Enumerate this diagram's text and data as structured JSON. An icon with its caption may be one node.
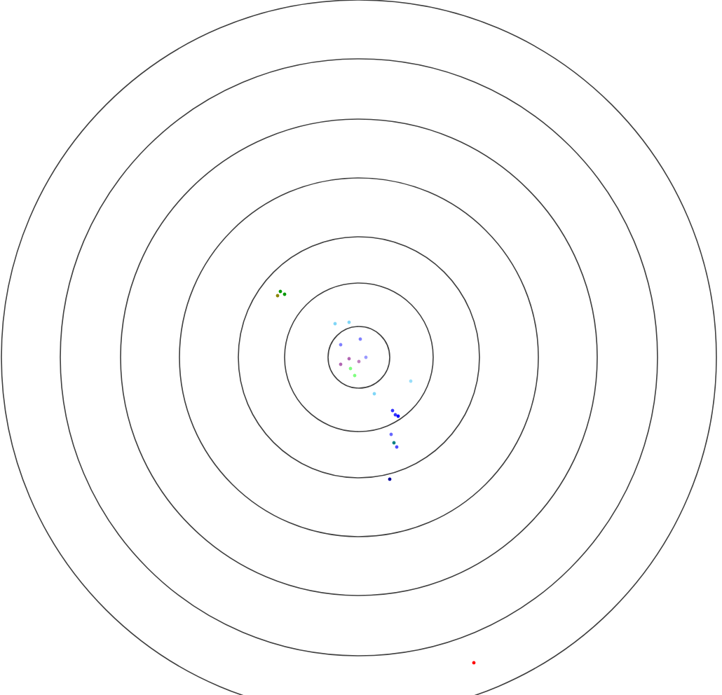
{
  "diagram": {
    "nodes": [
      {
        "text": [],
        "shape": "circle"
      },
      {
        "text": [],
        "shape": "circle",
        "in": 0
      },
      {
        "text": [],
        "shape": "circle",
        "in": 1
      },
      {
        "text": [],
        "shape": "circle",
        "in": 2
      },
      {
        "text": [],
        "shape": "circle",
        "in": 3
      },
      {
        "text": [],
        "shape": "circle",
        "in": 4
      },
      {
        "text": [],
        "shape": "circle",
        "in": 5
      }
    ]
  }
}
